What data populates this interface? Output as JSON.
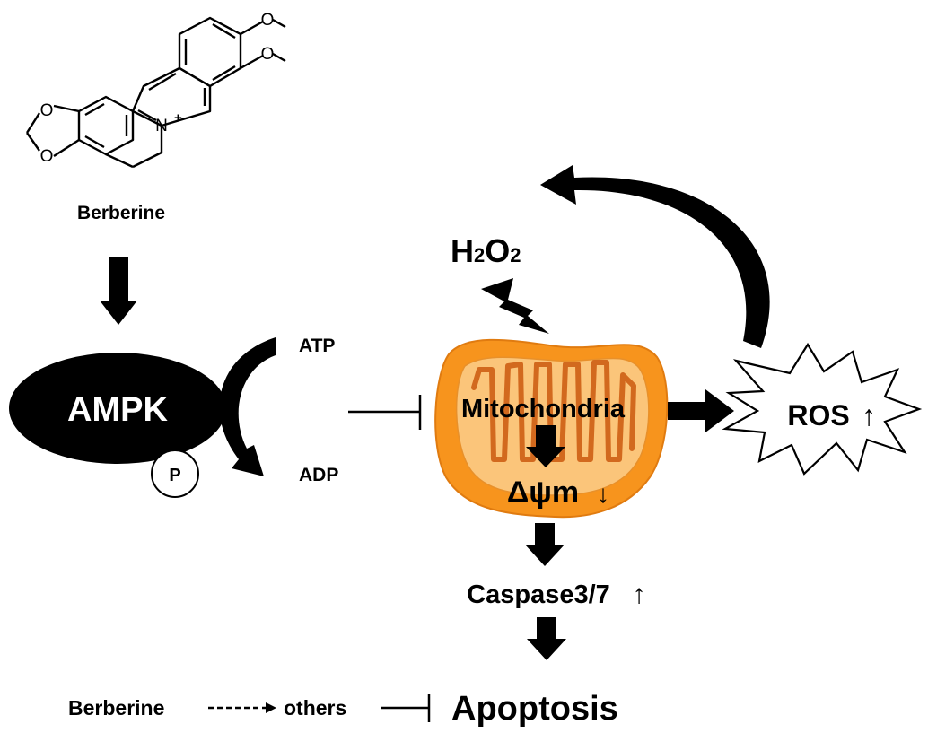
{
  "molecule": {
    "name": "Berberine",
    "atoms": {
      "oxygen": "O",
      "nitrogen": "N",
      "charge": "+"
    }
  },
  "ampk": {
    "label": "AMPK",
    "phospho": "P"
  },
  "energy": {
    "atp": "ATP",
    "adp": "ADP"
  },
  "h2o2": {
    "h": "H",
    "sub1": "2",
    "o": "O",
    "sub2": "2"
  },
  "mitochondria": {
    "label": "Mitochondria",
    "potential": "Δψm",
    "potential_change": "↓"
  },
  "ros": {
    "label": "ROS",
    "change": "↑"
  },
  "caspase": {
    "label": "Caspase3/7",
    "change": "↑"
  },
  "bottom": {
    "berberine": "Berberine",
    "others": "others",
    "apoptosis": "Apoptosis"
  },
  "colors": {
    "mito_outer": "#F7941D",
    "mito_inner": "#FBC57A",
    "mito_cristae": "#D2691E",
    "ink": "#000000"
  }
}
